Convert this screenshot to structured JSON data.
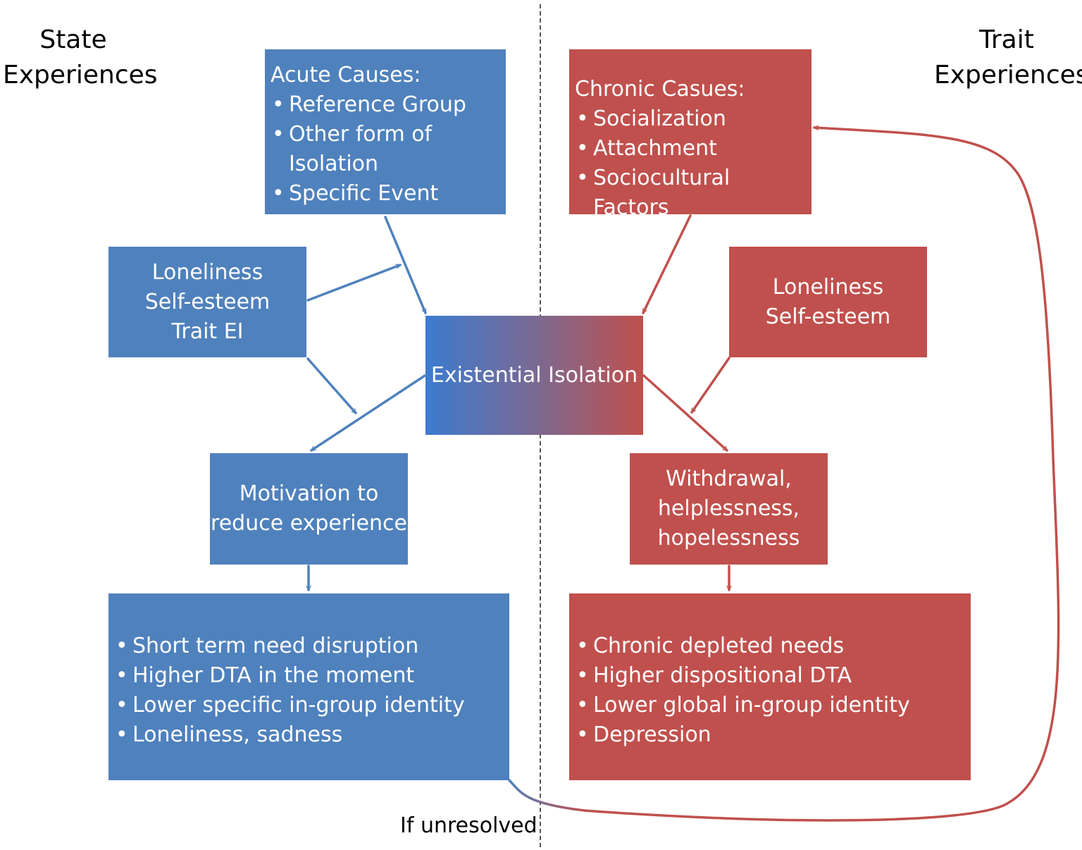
{
  "headings": {
    "state": [
      "State",
      "Experiences"
    ],
    "trait": [
      "Trait",
      "Experiences"
    ]
  },
  "acute": {
    "title": "Acute Causes:",
    "items": [
      "Reference Group",
      "Other form of Isolation",
      "Specific Event"
    ]
  },
  "chronic": {
    "title": "Chronic Casues:",
    "items": [
      "Socialization",
      "Attachment",
      "Sociocultural Factors"
    ]
  },
  "state_moderators": [
    "Loneliness",
    "Self-esteem",
    "Trait EI"
  ],
  "trait_moderators": [
    "Loneliness",
    "Self-esteem"
  ],
  "center": "Existential Isolation",
  "motivation": [
    "Motivation to",
    "reduce experience"
  ],
  "withdrawal": [
    "Withdrawal,",
    "helplessness,",
    "hopelessness"
  ],
  "state_outcomes": [
    "Short term need disruption",
    "Higher DTA in the moment",
    "Lower specific in-group identity",
    "Loneliness, sadness"
  ],
  "trait_outcomes": [
    "Chronic depleted needs",
    "Higher dispositional DTA",
    "Lower global in-group identity",
    "Depression"
  ],
  "footnote": "If unresolved",
  "colors": {
    "blue": "#4f81bd",
    "red": "#c0504d",
    "arrow_blue": "#4f81bd",
    "arrow_red": "#c0504d"
  }
}
